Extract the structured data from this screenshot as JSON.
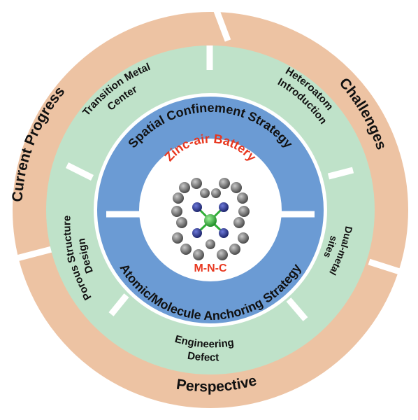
{
  "outer_ring": {
    "left": "Current Progress",
    "right": "Challenges",
    "bottom": "Perspective"
  },
  "green_ring": {
    "transition_metal": [
      "Transition Metal",
      "Center"
    ],
    "heteroatom": [
      "Heteroatom",
      "Introduction"
    ],
    "dual_metal": [
      "Dual-metal",
      "sites"
    ],
    "defect": [
      "Defect",
      "Engineering"
    ],
    "porous": [
      "Porous Structure",
      "Design"
    ]
  },
  "blue_ring": {
    "top": "Spatial Confinement Strategy",
    "bottom": "Atomic/Molecule Anchoring Strategy"
  },
  "center": {
    "title": "Zinc-air Battery",
    "subtitle": "M-N-C"
  },
  "colors": {
    "outer": "#edc3a3",
    "green": "#bfe2c9",
    "blue": "#6b9bd4",
    "red_text": "#e8371f",
    "metal_atom": "#2fae35",
    "nitrogen_atom": "#2b3596",
    "carbon_atom": "#6d6d6d"
  },
  "icons": [
    "mnc-molecule-icon"
  ]
}
